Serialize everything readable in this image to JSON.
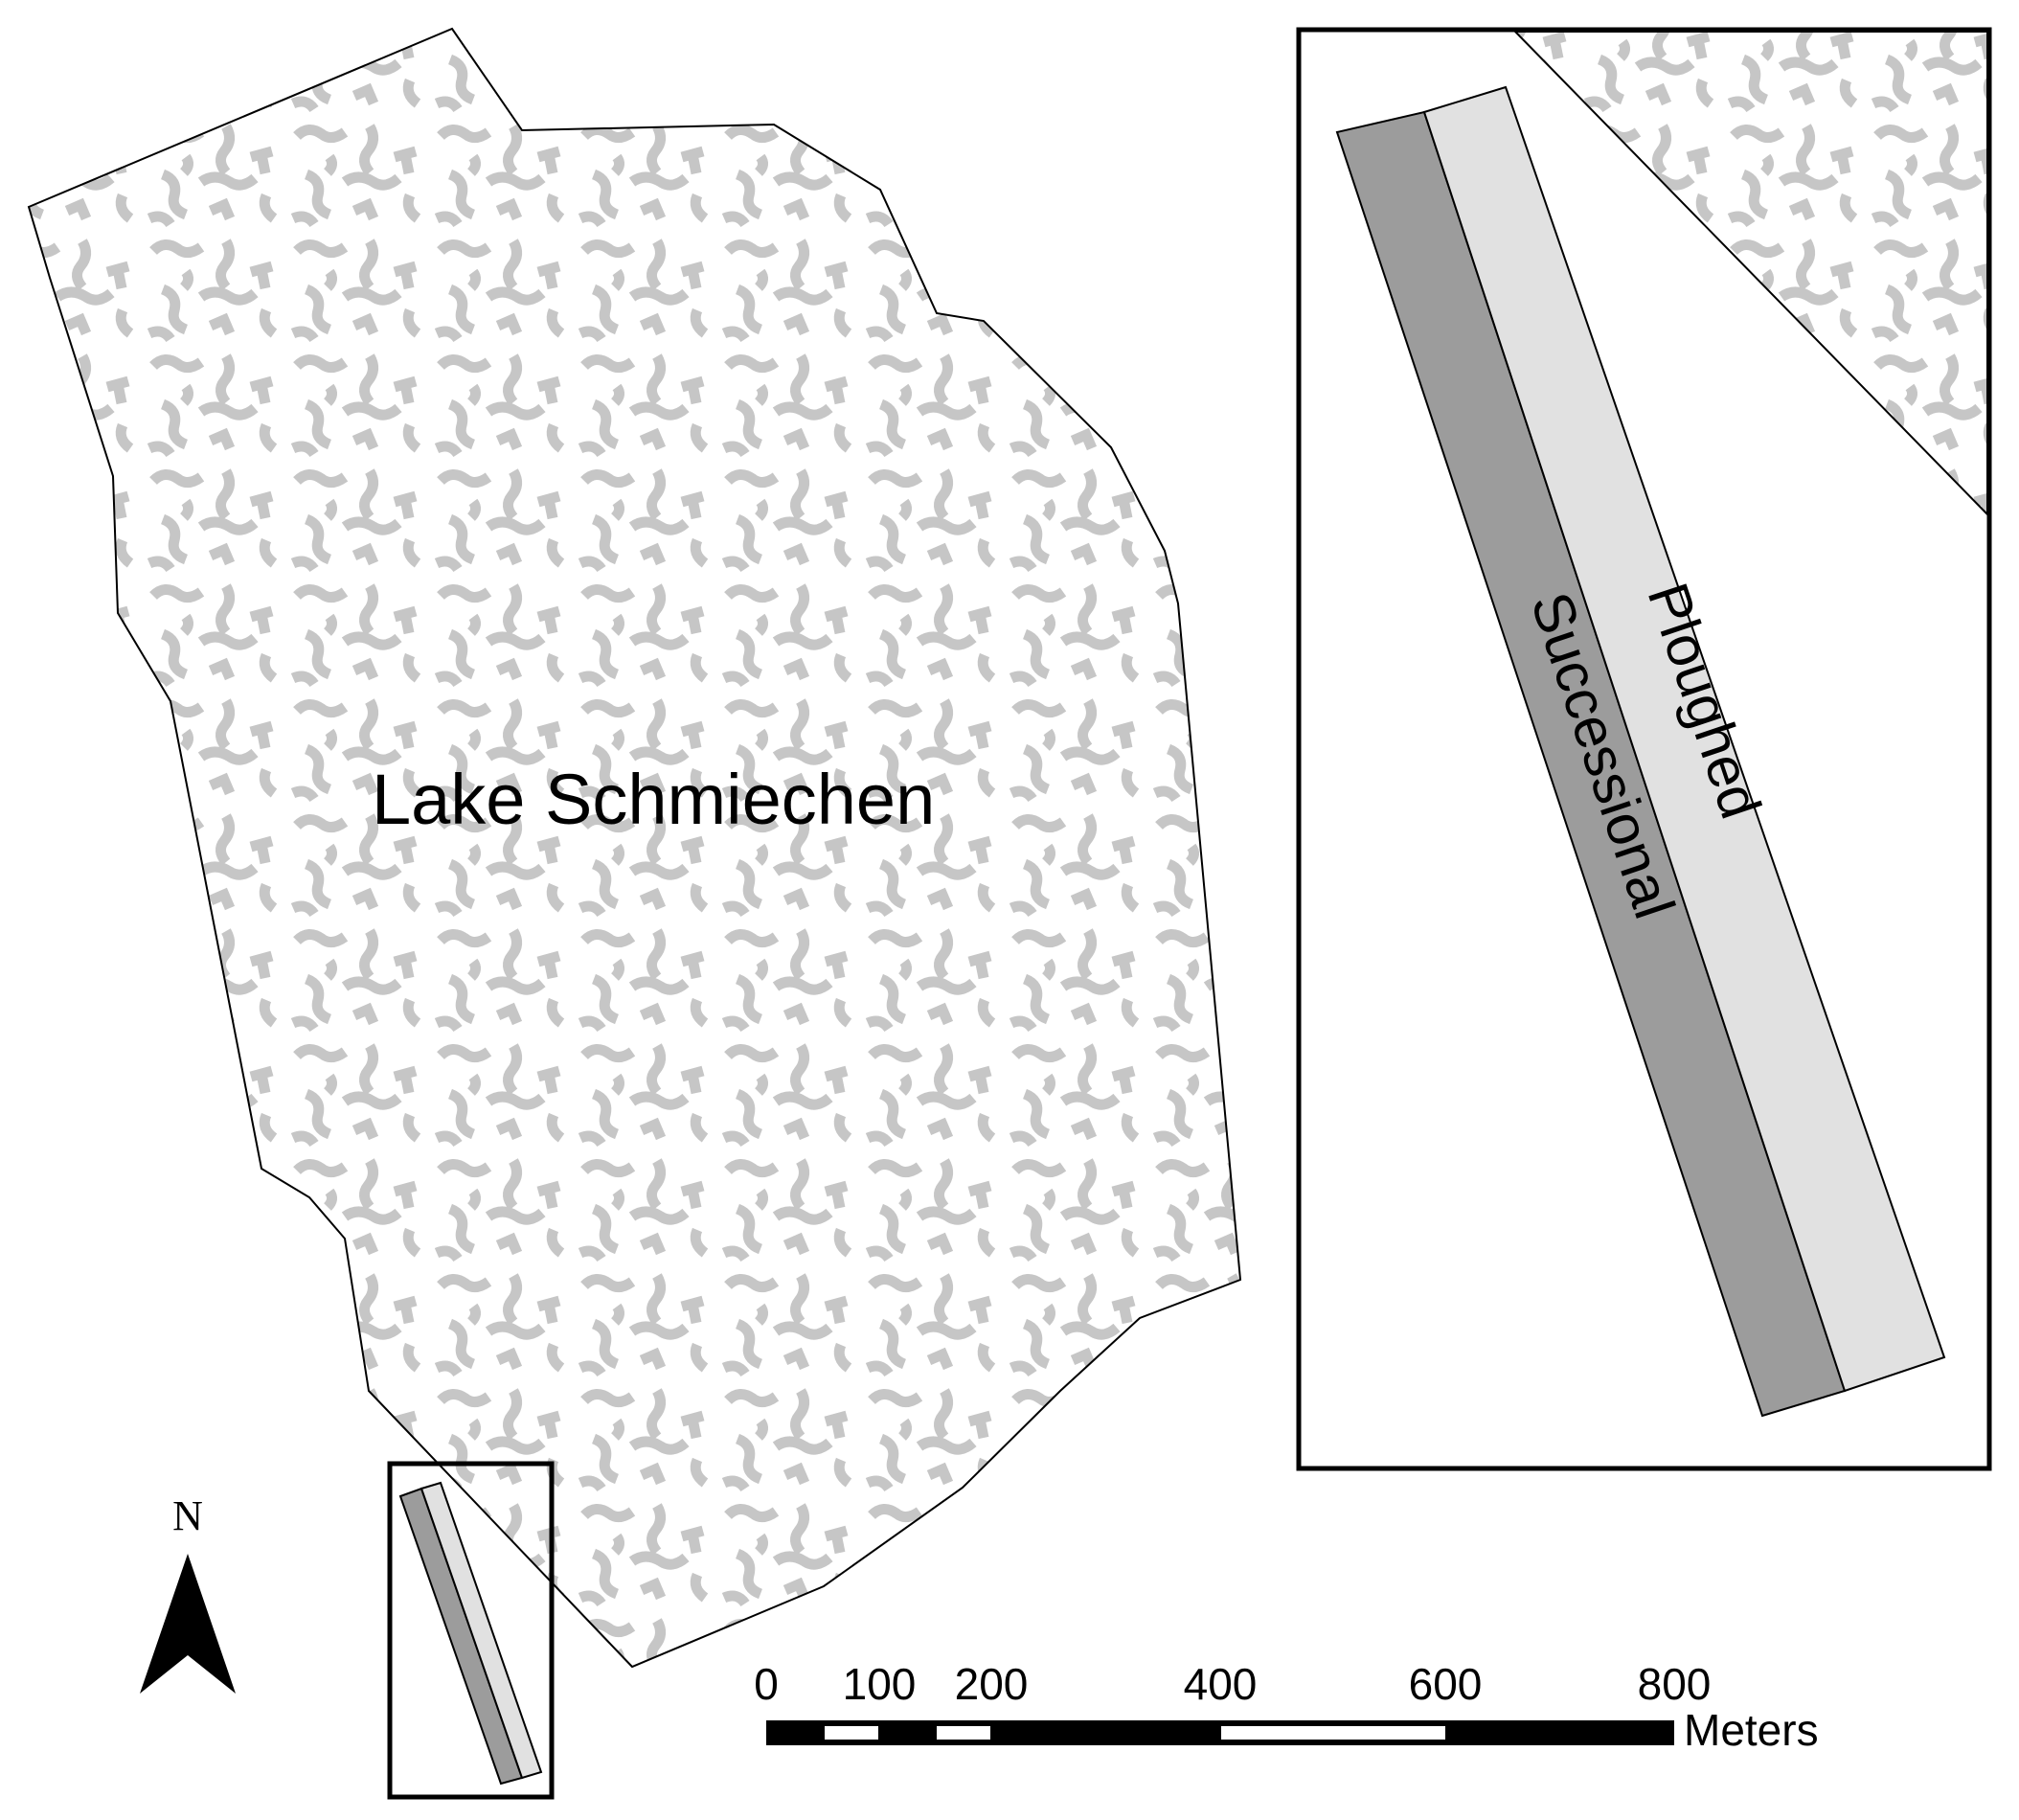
{
  "map": {
    "lake_label": "Lake Schmiechen",
    "inset_labels": {
      "ploughed": "Ploughed",
      "successional": "Successional"
    },
    "north_arrow": {
      "label": "N"
    },
    "scale_bar": {
      "unit": "Meters",
      "ticks": [
        "0",
        "100",
        "200",
        "400",
        "600",
        "800"
      ],
      "tick_values": [
        0,
        100,
        200,
        400,
        600,
        800
      ]
    }
  },
  "colors": {
    "lake_pattern": "#c6c6c6",
    "successional_fill": "#9c9c9c",
    "ploughed_fill": "#e1e1e1",
    "outline": "#000000"
  },
  "legend_semantics": {
    "lake_fill": "marsh-pattern-icon",
    "north": "north-arrow-icon"
  }
}
